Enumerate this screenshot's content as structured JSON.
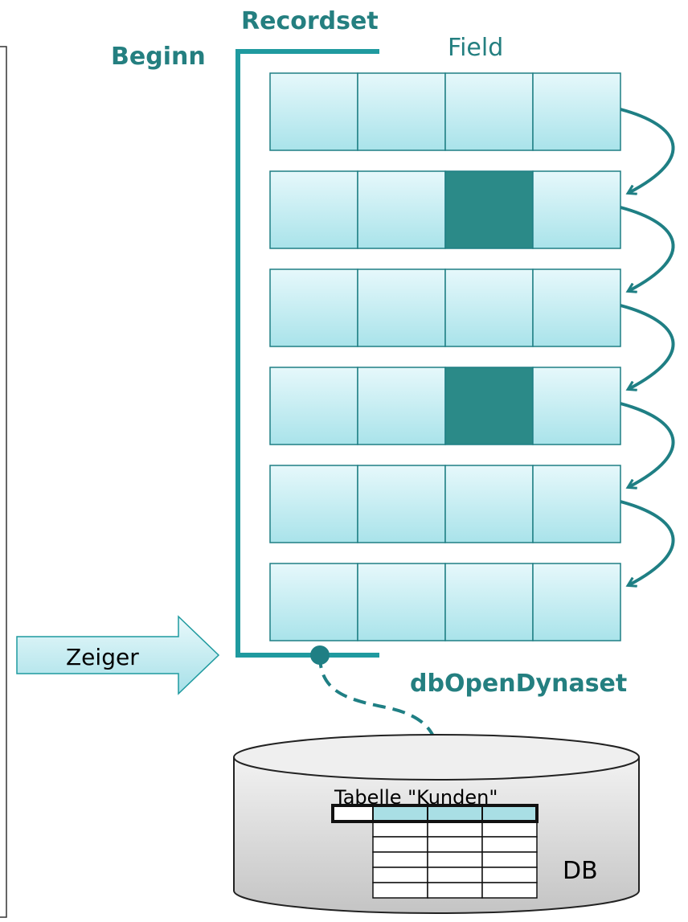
{
  "labels": {
    "recordset": "Recordset",
    "beginn": "Beginn",
    "field": "Field",
    "pointer": "Zeiger",
    "open_mode": "dbOpenDynaset",
    "table": "Tabelle \"Kunden\"",
    "db": "DB"
  },
  "records": [
    {
      "highlighted_field": null
    },
    {
      "highlighted_field": 2
    },
    {
      "highlighted_field": null
    },
    {
      "highlighted_field": 2
    },
    {
      "highlighted_field": null
    },
    {
      "highlighted_field": null
    }
  ],
  "fields_per_record": 4,
  "colors": {
    "accent": "#1f7f84",
    "label": "#247f80",
    "cell_top": "#e6f8fb",
    "cell_bottom": "#a9e3ea",
    "highlight": "#2b8a88",
    "cell_border": "#1f7f84",
    "db_fill_top": "#f2f2f2",
    "db_fill_bottom": "#c4c4c4"
  }
}
